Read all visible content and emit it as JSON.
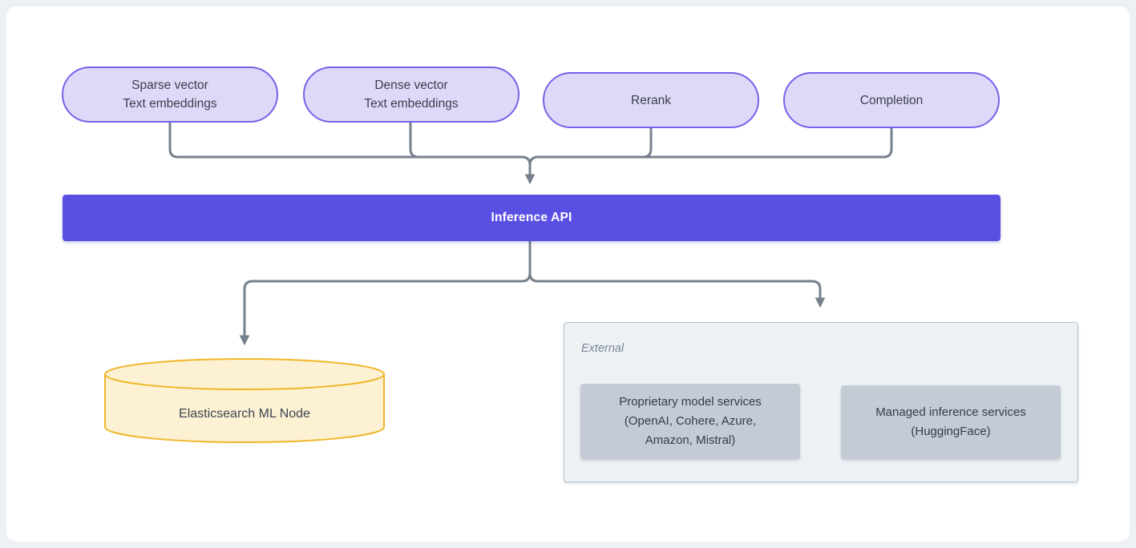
{
  "diagram": {
    "title_hint": "Inference API architecture diagram",
    "pills": [
      {
        "label": "Sparse vector\nText embeddings"
      },
      {
        "label": "Dense vector\nText embeddings"
      },
      {
        "label": "Rerank"
      },
      {
        "label": "Completion"
      }
    ],
    "inference_api": {
      "label": "Inference API"
    },
    "elasticsearch_node": {
      "label": "Elasticsearch ML Node"
    },
    "external_group": {
      "label": "External",
      "services": [
        {
          "label": "Proprietary model services\n(OpenAI, Cohere, Azure,\nAmazon, Mistral)"
        },
        {
          "label": "Managed inference services\n(HuggingFace)"
        }
      ]
    },
    "colors": {
      "pill_fill": "#ded9f8",
      "pill_border": "#7464e8",
      "inference_bar": "#5a4fe3",
      "connector": "#76808c",
      "cylinder_fill": "#fcf1d2",
      "cylinder_border": "#f0b62a",
      "external_bg": "#edf1f4",
      "external_border": "#b9c5cf",
      "service_box_fill": "#c3ccd5",
      "canvas_bg": "#ffffff",
      "page_bg": "#edf1f6"
    }
  }
}
